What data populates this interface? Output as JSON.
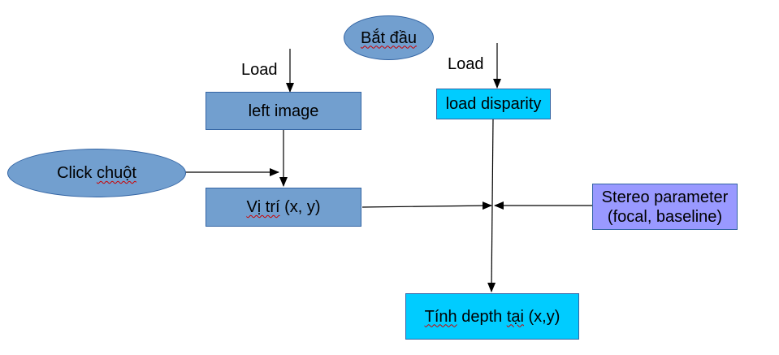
{
  "diagram": {
    "start": "Bắt đầu",
    "load_label_left": "Load",
    "load_label_right": "Load",
    "left_image": "left image",
    "load_disparity": "load disparity",
    "mouse_click": "Click chuột",
    "position_prefix": "Vị trí",
    "position_suffix": " (x, y)",
    "stereo_line1": "Stereo parameter",
    "stereo_line2": "(focal, baseline)",
    "depth_prefix": "Tính",
    "depth_middle": " depth ",
    "depth_word": "tại",
    "depth_suffix": " (x,y)"
  },
  "colors": {
    "box_blue": "#729fcf",
    "box_cyan": "#00ccff",
    "box_violet": "#9999ff",
    "border": "#3465a4",
    "arrow": "#000000"
  }
}
